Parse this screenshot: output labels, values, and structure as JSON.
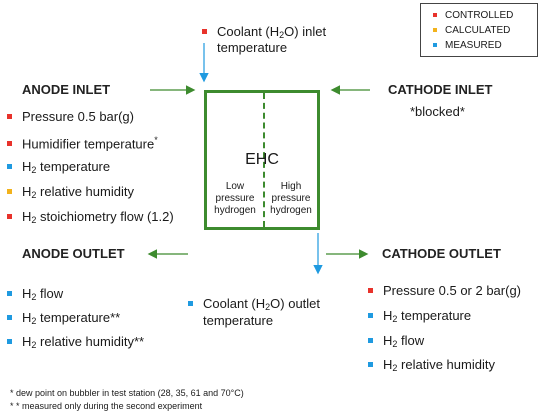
{
  "legend": {
    "items": [
      {
        "label": "CONTROLLED",
        "color": "#e8322b"
      },
      {
        "label": "CALCULATED",
        "color": "#f2b21c"
      },
      {
        "label": "MEASURED",
        "color": "#1f9ae0"
      }
    ]
  },
  "ehc": {
    "title": "EHC",
    "left_label": "Low pressure hydrogen",
    "right_label": "High pressure hydrogen"
  },
  "coolant_inlet": {
    "prefix": "Coolant (H",
    "sub": "2",
    "suffix": "O) inlet",
    "line2": "temperature"
  },
  "coolant_outlet": {
    "prefix": "Coolant (H",
    "sub": "2",
    "suffix": "O) outlet",
    "line2": "temperature"
  },
  "anode_inlet": {
    "heading": "ANODE INLET",
    "items": [
      {
        "pre": "Pressure  0.5 bar(g)",
        "sub": "",
        "post": "",
        "sup": ""
      },
      {
        "pre": "Humidifier temperature",
        "sub": "",
        "post": "",
        "sup": "*"
      },
      {
        "pre": "H",
        "sub": "2",
        "post": " temperature",
        "sup": ""
      },
      {
        "pre": "H",
        "sub": "2",
        "post": " relative humidity",
        "sup": ""
      },
      {
        "pre": "H",
        "sub": "2",
        "post": " stoichiometry flow (1.2)",
        "sup": ""
      }
    ]
  },
  "anode_outlet": {
    "heading": "ANODE OUTLET",
    "items": [
      {
        "pre": "H",
        "sub": "2",
        "post": " flow",
        "sup": ""
      },
      {
        "pre": "H",
        "sub": "2",
        "post": " temperature**",
        "sup": ""
      },
      {
        "pre": "H",
        "sub": "2",
        "post": " relative humidity**",
        "sup": ""
      }
    ]
  },
  "cathode_inlet": {
    "heading": "CATHODE INLET",
    "note": "*blocked*"
  },
  "cathode_outlet": {
    "heading": "CATHODE OUTLET",
    "items": [
      {
        "pre": "Pressure 0.5 or 2 bar(g)",
        "sub": "",
        "post": "",
        "sup": ""
      },
      {
        "pre": "H",
        "sub": "2",
        "post": " temperature",
        "sup": ""
      },
      {
        "pre": "H",
        "sub": "2",
        "post": " flow",
        "sup": ""
      },
      {
        "pre": "H",
        "sub": "2",
        "post": " relative humidity",
        "sup": ""
      }
    ]
  },
  "footnotes": {
    "dew": "* dew point on bubbler in test station (28, 35, 61 and 70°C)",
    "second": "* * measured only during the second experiment"
  },
  "colors": {
    "green": "#3d8b2e",
    "blue_arrow": "#1f9ae0"
  }
}
